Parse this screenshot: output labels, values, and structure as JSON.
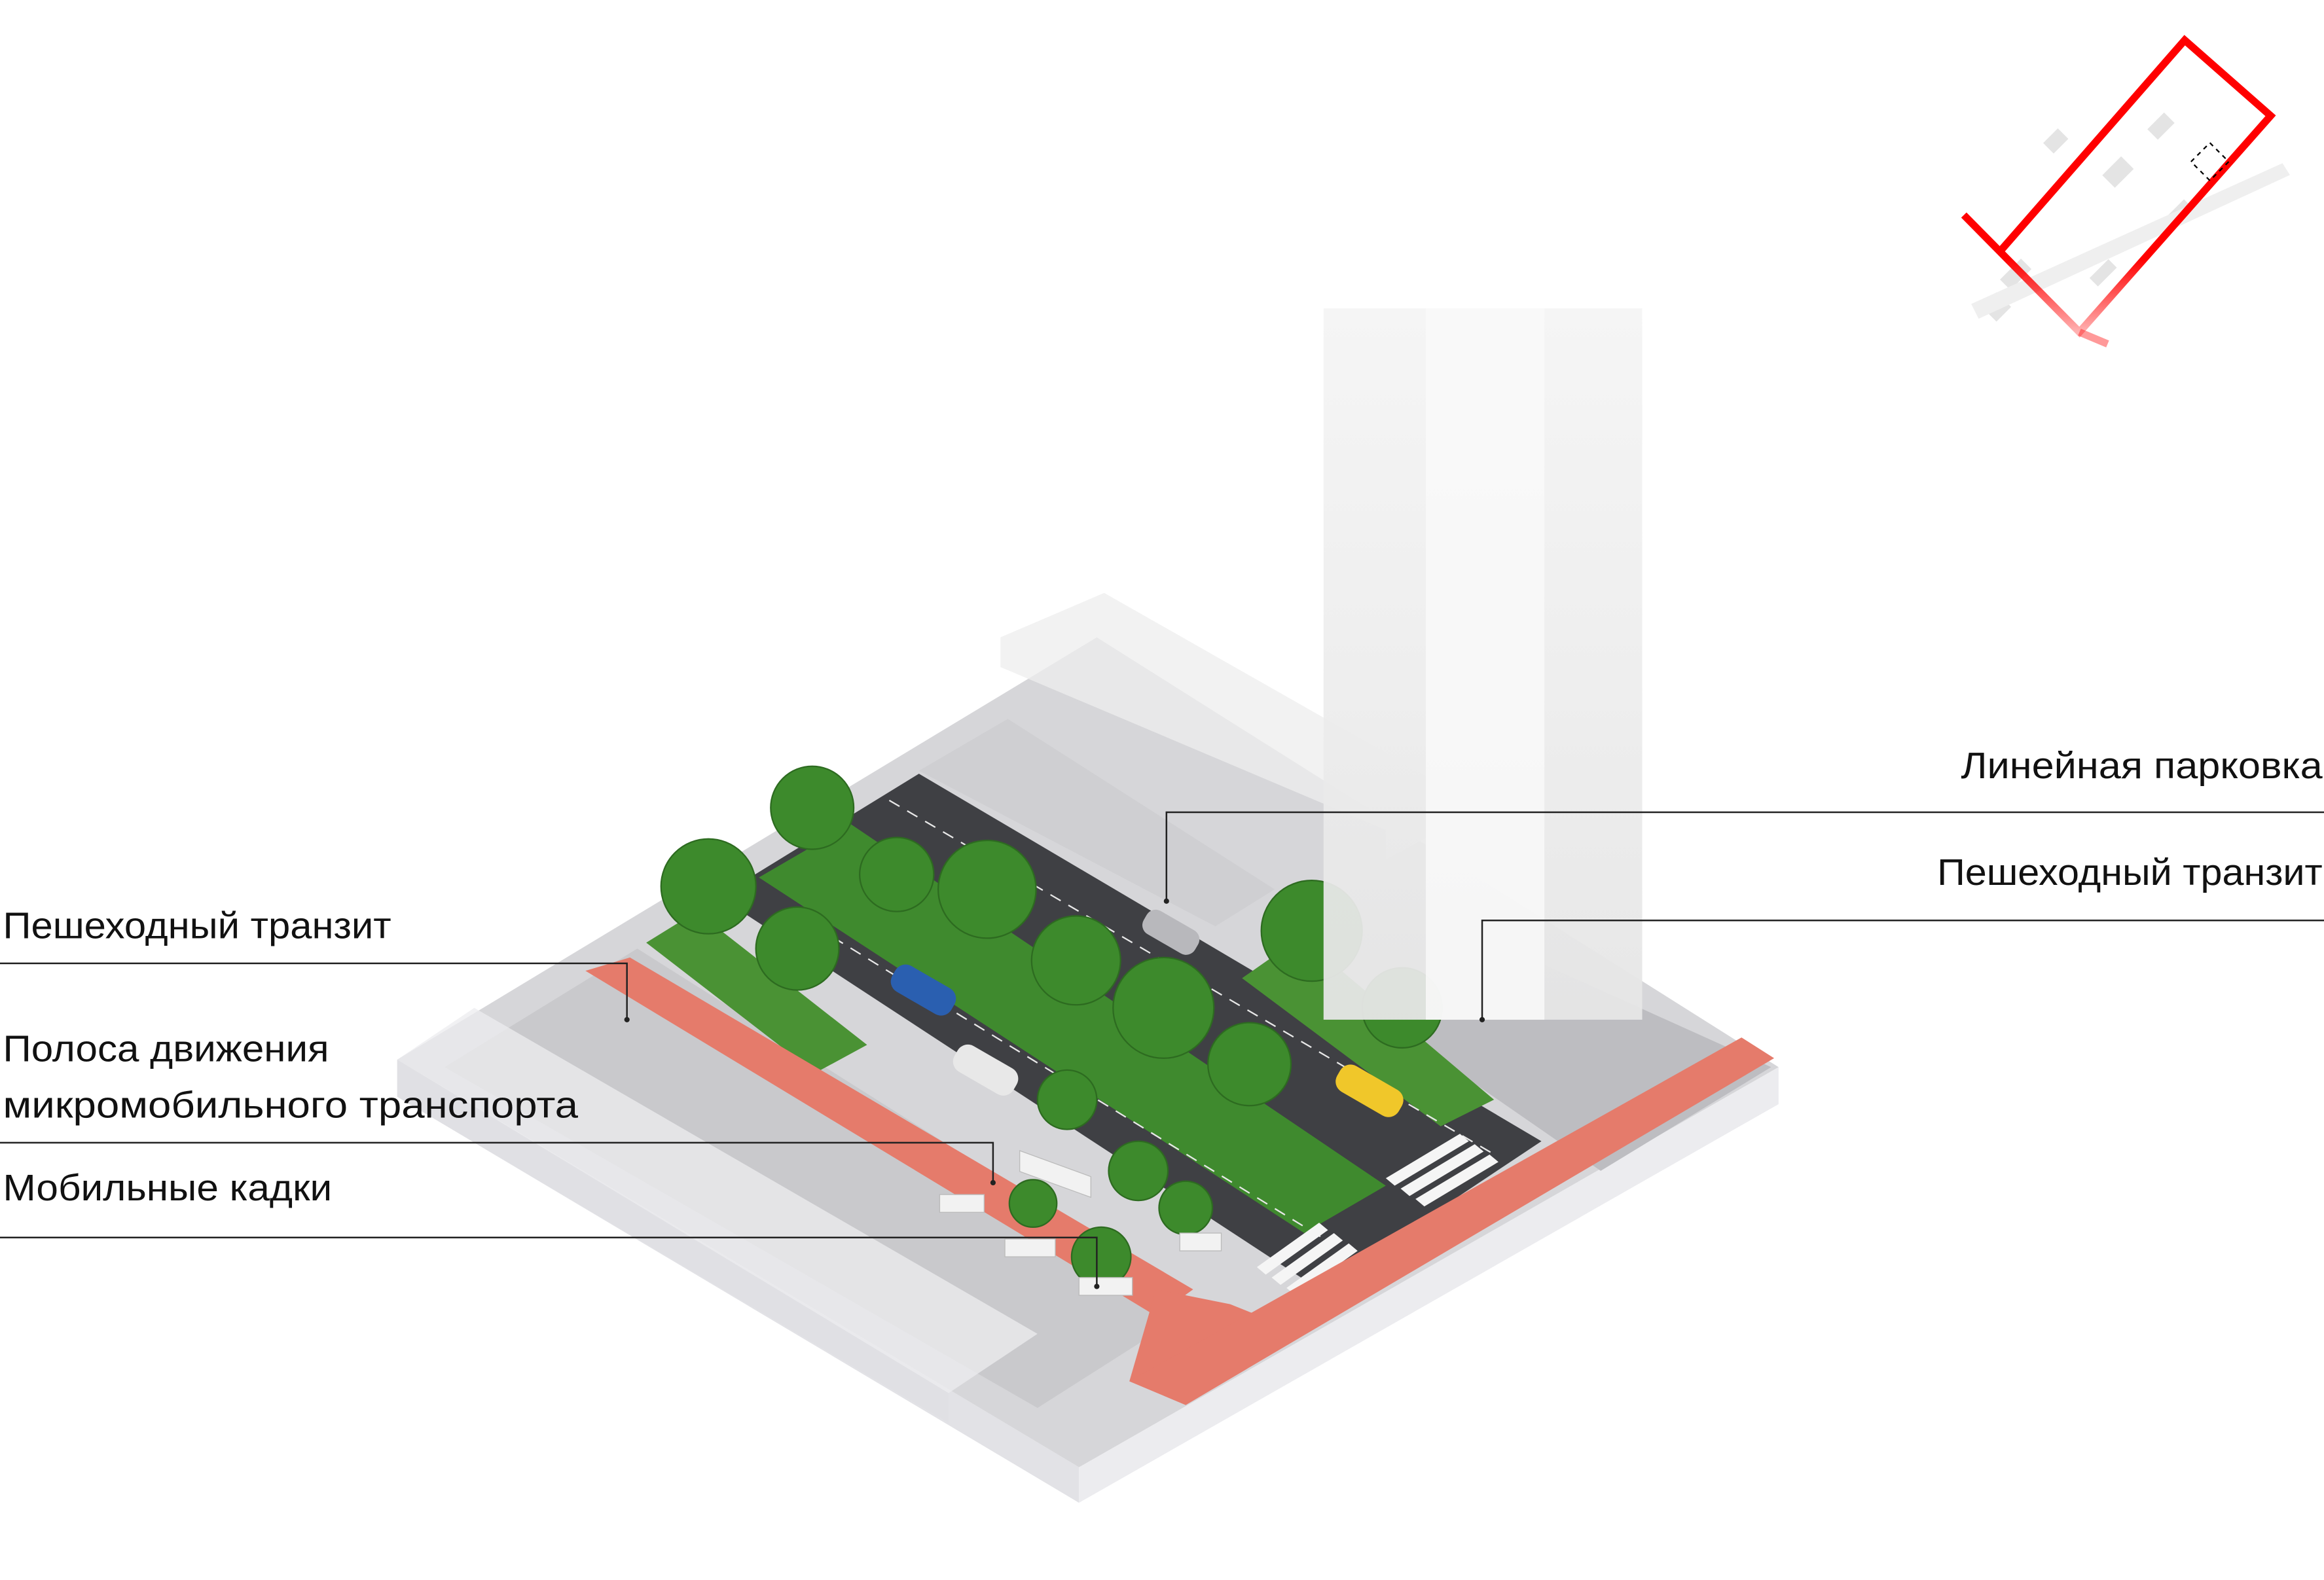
{
  "labels": {
    "left": {
      "pedestrian_transit": "Пешеходный транзит",
      "micromobility_line1": "Полоса движения",
      "micromobility_line2": "микромобильного транспорта",
      "mobile_planters": "Мобильные кадки"
    },
    "right": {
      "linear_parking": "Линейная парковка",
      "pedestrian_transit": "Пешеходный транзит"
    }
  },
  "colors": {
    "bike_lane": "#e57b6b",
    "asphalt": "#3f4044",
    "greenery": "#3f8a2e",
    "sidewalk": "#d3d3d6",
    "minimap_highlight": "#ff0000"
  }
}
